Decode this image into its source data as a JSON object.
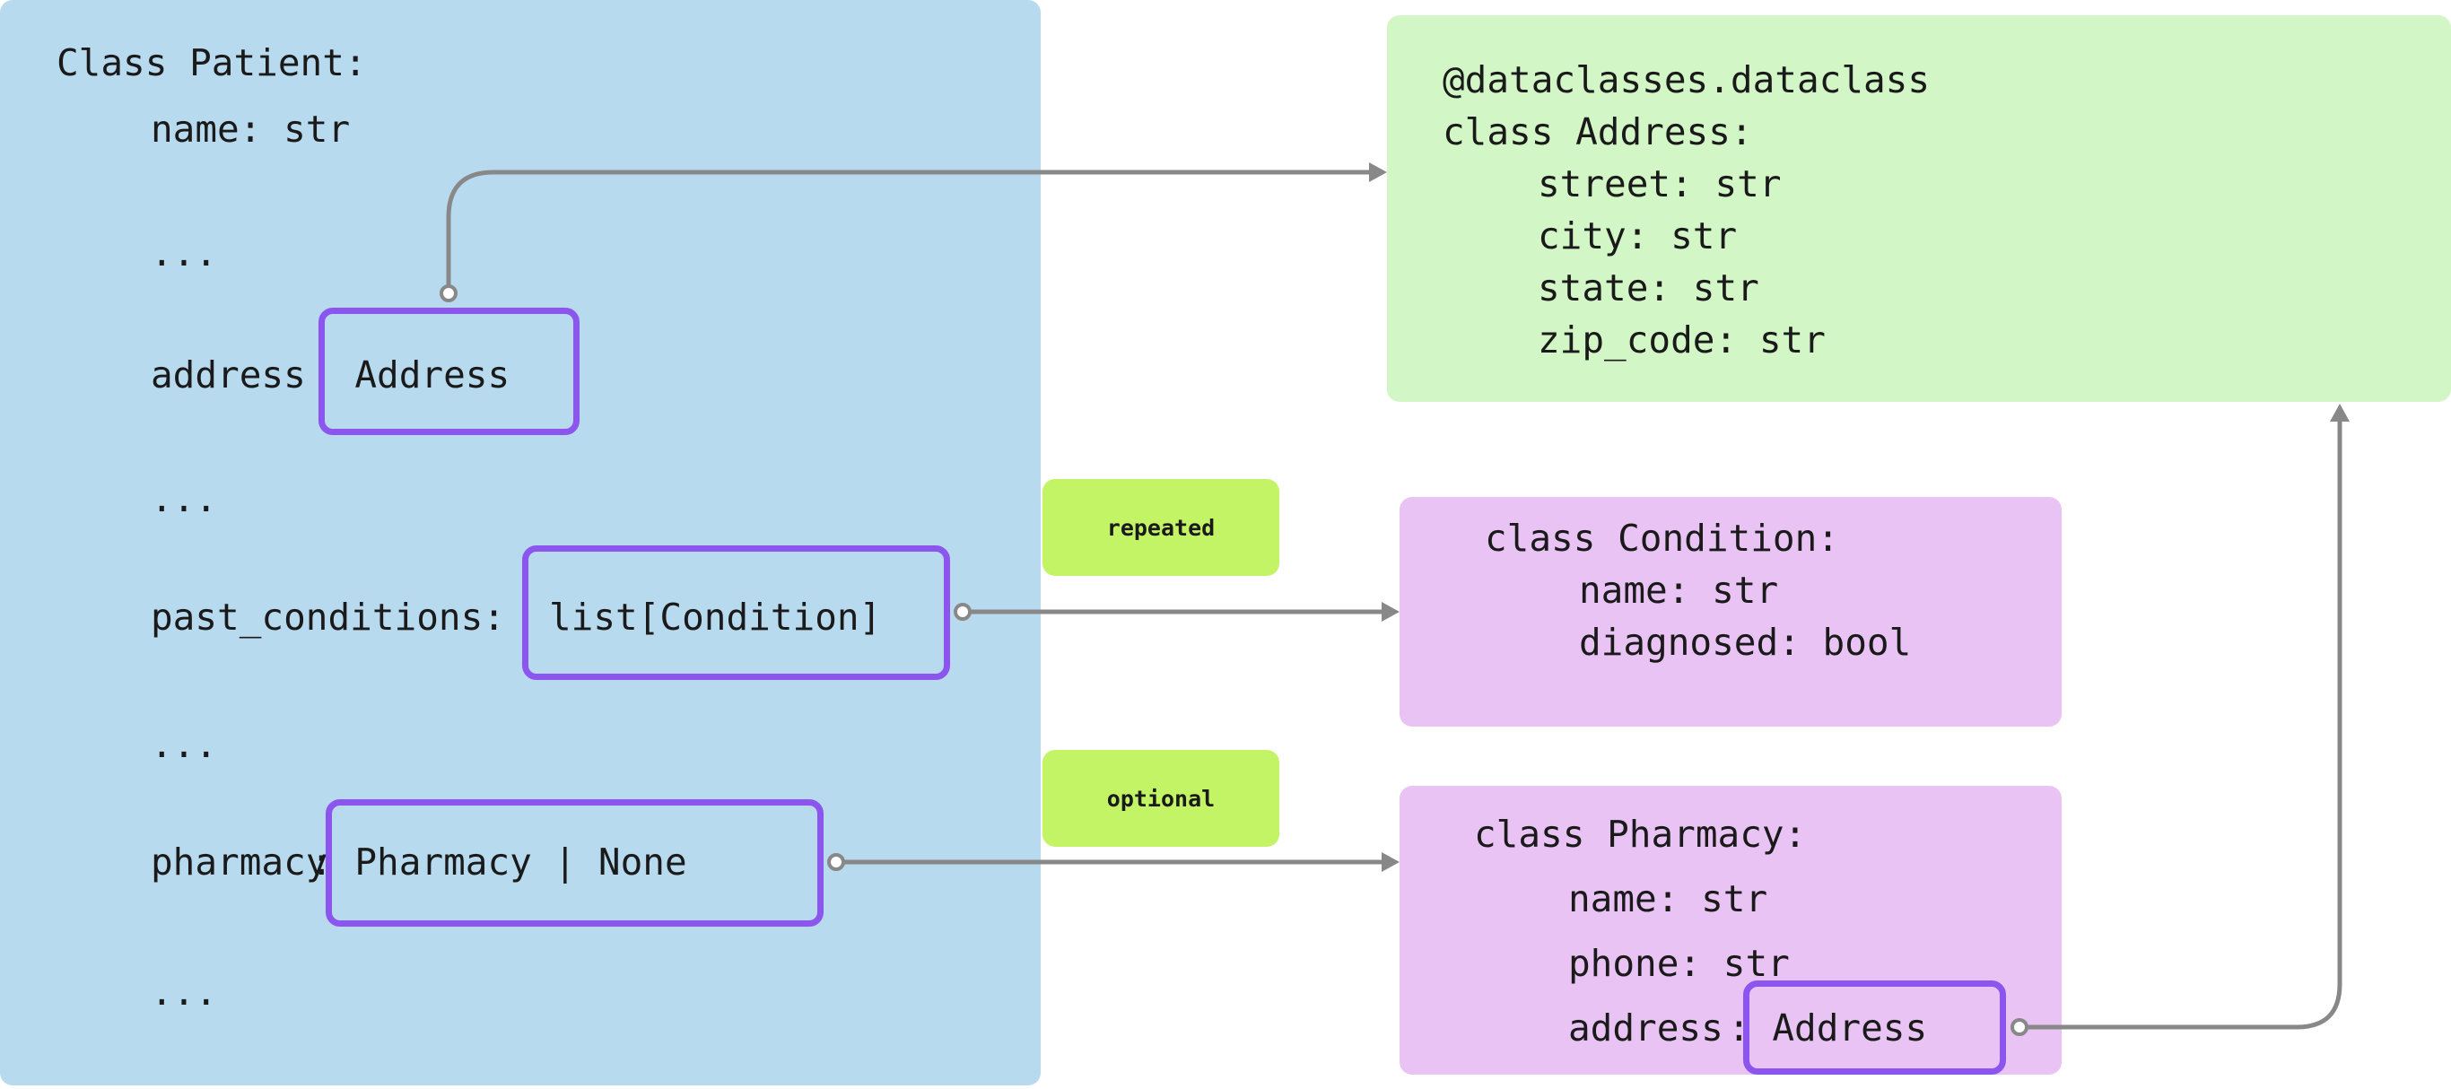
{
  "patient": {
    "header": "Class Patient:",
    "name_field": "name: str",
    "ellipsis": "...",
    "address_field_name": "address",
    "address_type": ": Address",
    "past_conditions_field_name": "past_conditions:",
    "past_conditions_type": "list[Condition]",
    "pharmacy_field_name": "pharmacy",
    "pharmacy_type": ": Pharmacy | None"
  },
  "address_class": {
    "decorator": "@dataclasses.dataclass",
    "header": "class Address:",
    "fields": [
      "street: str",
      "city: str",
      "state: str",
      "zip_code: str"
    ]
  },
  "condition_class": {
    "header": "class Condition:",
    "fields": [
      "name: str",
      "diagnosed: bool"
    ]
  },
  "pharmacy_class": {
    "header": "class Pharmacy:",
    "fields": [
      "name: str",
      "phone: str"
    ],
    "address_field_name": "address",
    "address_type": ": Address"
  },
  "labels": {
    "repeated": "repeated",
    "optional": "optional"
  },
  "colors": {
    "patient_bg": "#b8daef",
    "address_bg": "#d3f6c6",
    "class_bg": "#e8c3f4",
    "pill_bg": "#c2f466",
    "highlight": "#8b55ee",
    "connector": "#888888"
  }
}
